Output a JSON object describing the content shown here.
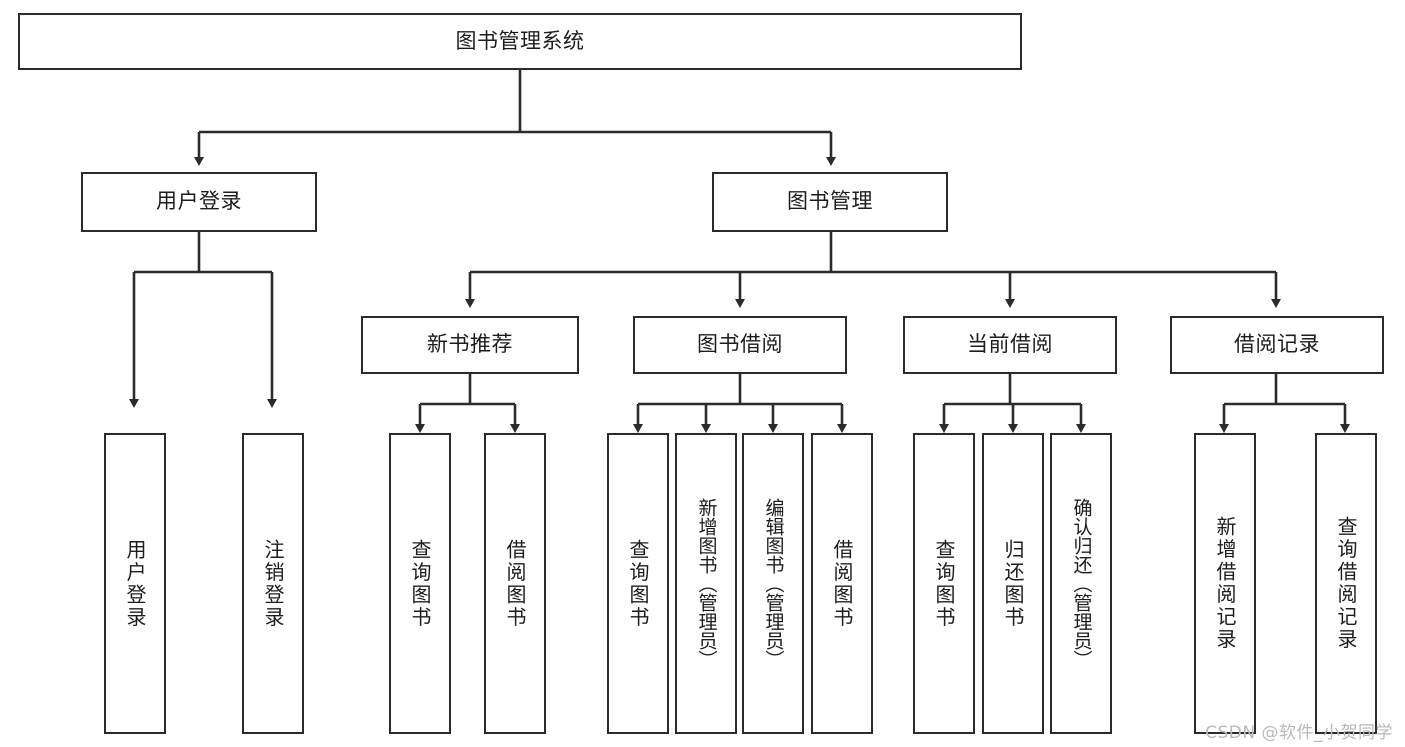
{
  "diagram": {
    "type": "tree-hierarchy",
    "title": "图书管理系统",
    "watermark": "CSDN @软件_小贺同学",
    "root": {
      "id": "root",
      "label": "图书管理系统"
    },
    "level1": [
      {
        "id": "user-login",
        "label": "用户登录"
      },
      {
        "id": "book-manage",
        "label": "图书管理"
      }
    ],
    "level2": [
      {
        "id": "new-book-recommend",
        "label": "新书推荐",
        "parent": "book-manage"
      },
      {
        "id": "book-borrow",
        "label": "图书借阅",
        "parent": "book-manage"
      },
      {
        "id": "current-borrow",
        "label": "当前借阅",
        "parent": "book-manage"
      },
      {
        "id": "borrow-record",
        "label": "借阅记录",
        "parent": "book-manage"
      }
    ],
    "leaves": {
      "user-login": [
        {
          "id": "leaf-user-login",
          "label": "用户登录"
        },
        {
          "id": "leaf-logout-login",
          "label": "注销登录"
        }
      ],
      "new-book-recommend": [
        {
          "id": "leaf-query-book-1",
          "label": "查询图书"
        },
        {
          "id": "leaf-borrow-book-1",
          "label": "借阅图书"
        }
      ],
      "book-borrow": [
        {
          "id": "leaf-query-book-2",
          "label": "查询图书"
        },
        {
          "id": "leaf-add-book",
          "label": "新增图书（管理员）"
        },
        {
          "id": "leaf-edit-book",
          "label": "编辑图书（管理员）"
        },
        {
          "id": "leaf-borrow-book-2",
          "label": "借阅图书"
        }
      ],
      "current-borrow": [
        {
          "id": "leaf-query-book-3",
          "label": "查询图书"
        },
        {
          "id": "leaf-return-book",
          "label": "归还图书"
        },
        {
          "id": "leaf-confirm-return",
          "label": "确认归还（管理员）"
        }
      ],
      "borrow-record": [
        {
          "id": "leaf-add-record",
          "label": "新增借阅记录"
        },
        {
          "id": "leaf-query-record",
          "label": "查询借阅记录"
        }
      ]
    },
    "colors": {
      "stroke": "#2b2b2b",
      "fill": "#ffffff",
      "text": "#1d1d1d",
      "watermark": "#b9b9b9"
    }
  }
}
